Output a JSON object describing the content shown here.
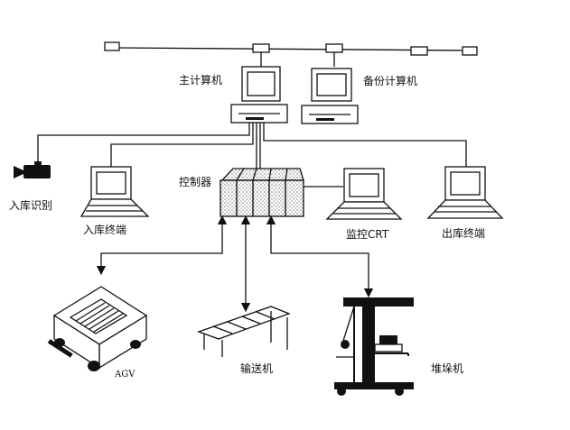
{
  "labels": {
    "main_computer": "主计算机",
    "backup_computer": "备份计算机",
    "controller": "控制器",
    "inbound_id": "入库识别",
    "inbound_terminal": "入库终端",
    "monitor_crt": "监控CRT",
    "outbound_terminal": "出库终端",
    "agv": "AGV",
    "conveyor": "输送机",
    "stacker": "堆垛机"
  }
}
